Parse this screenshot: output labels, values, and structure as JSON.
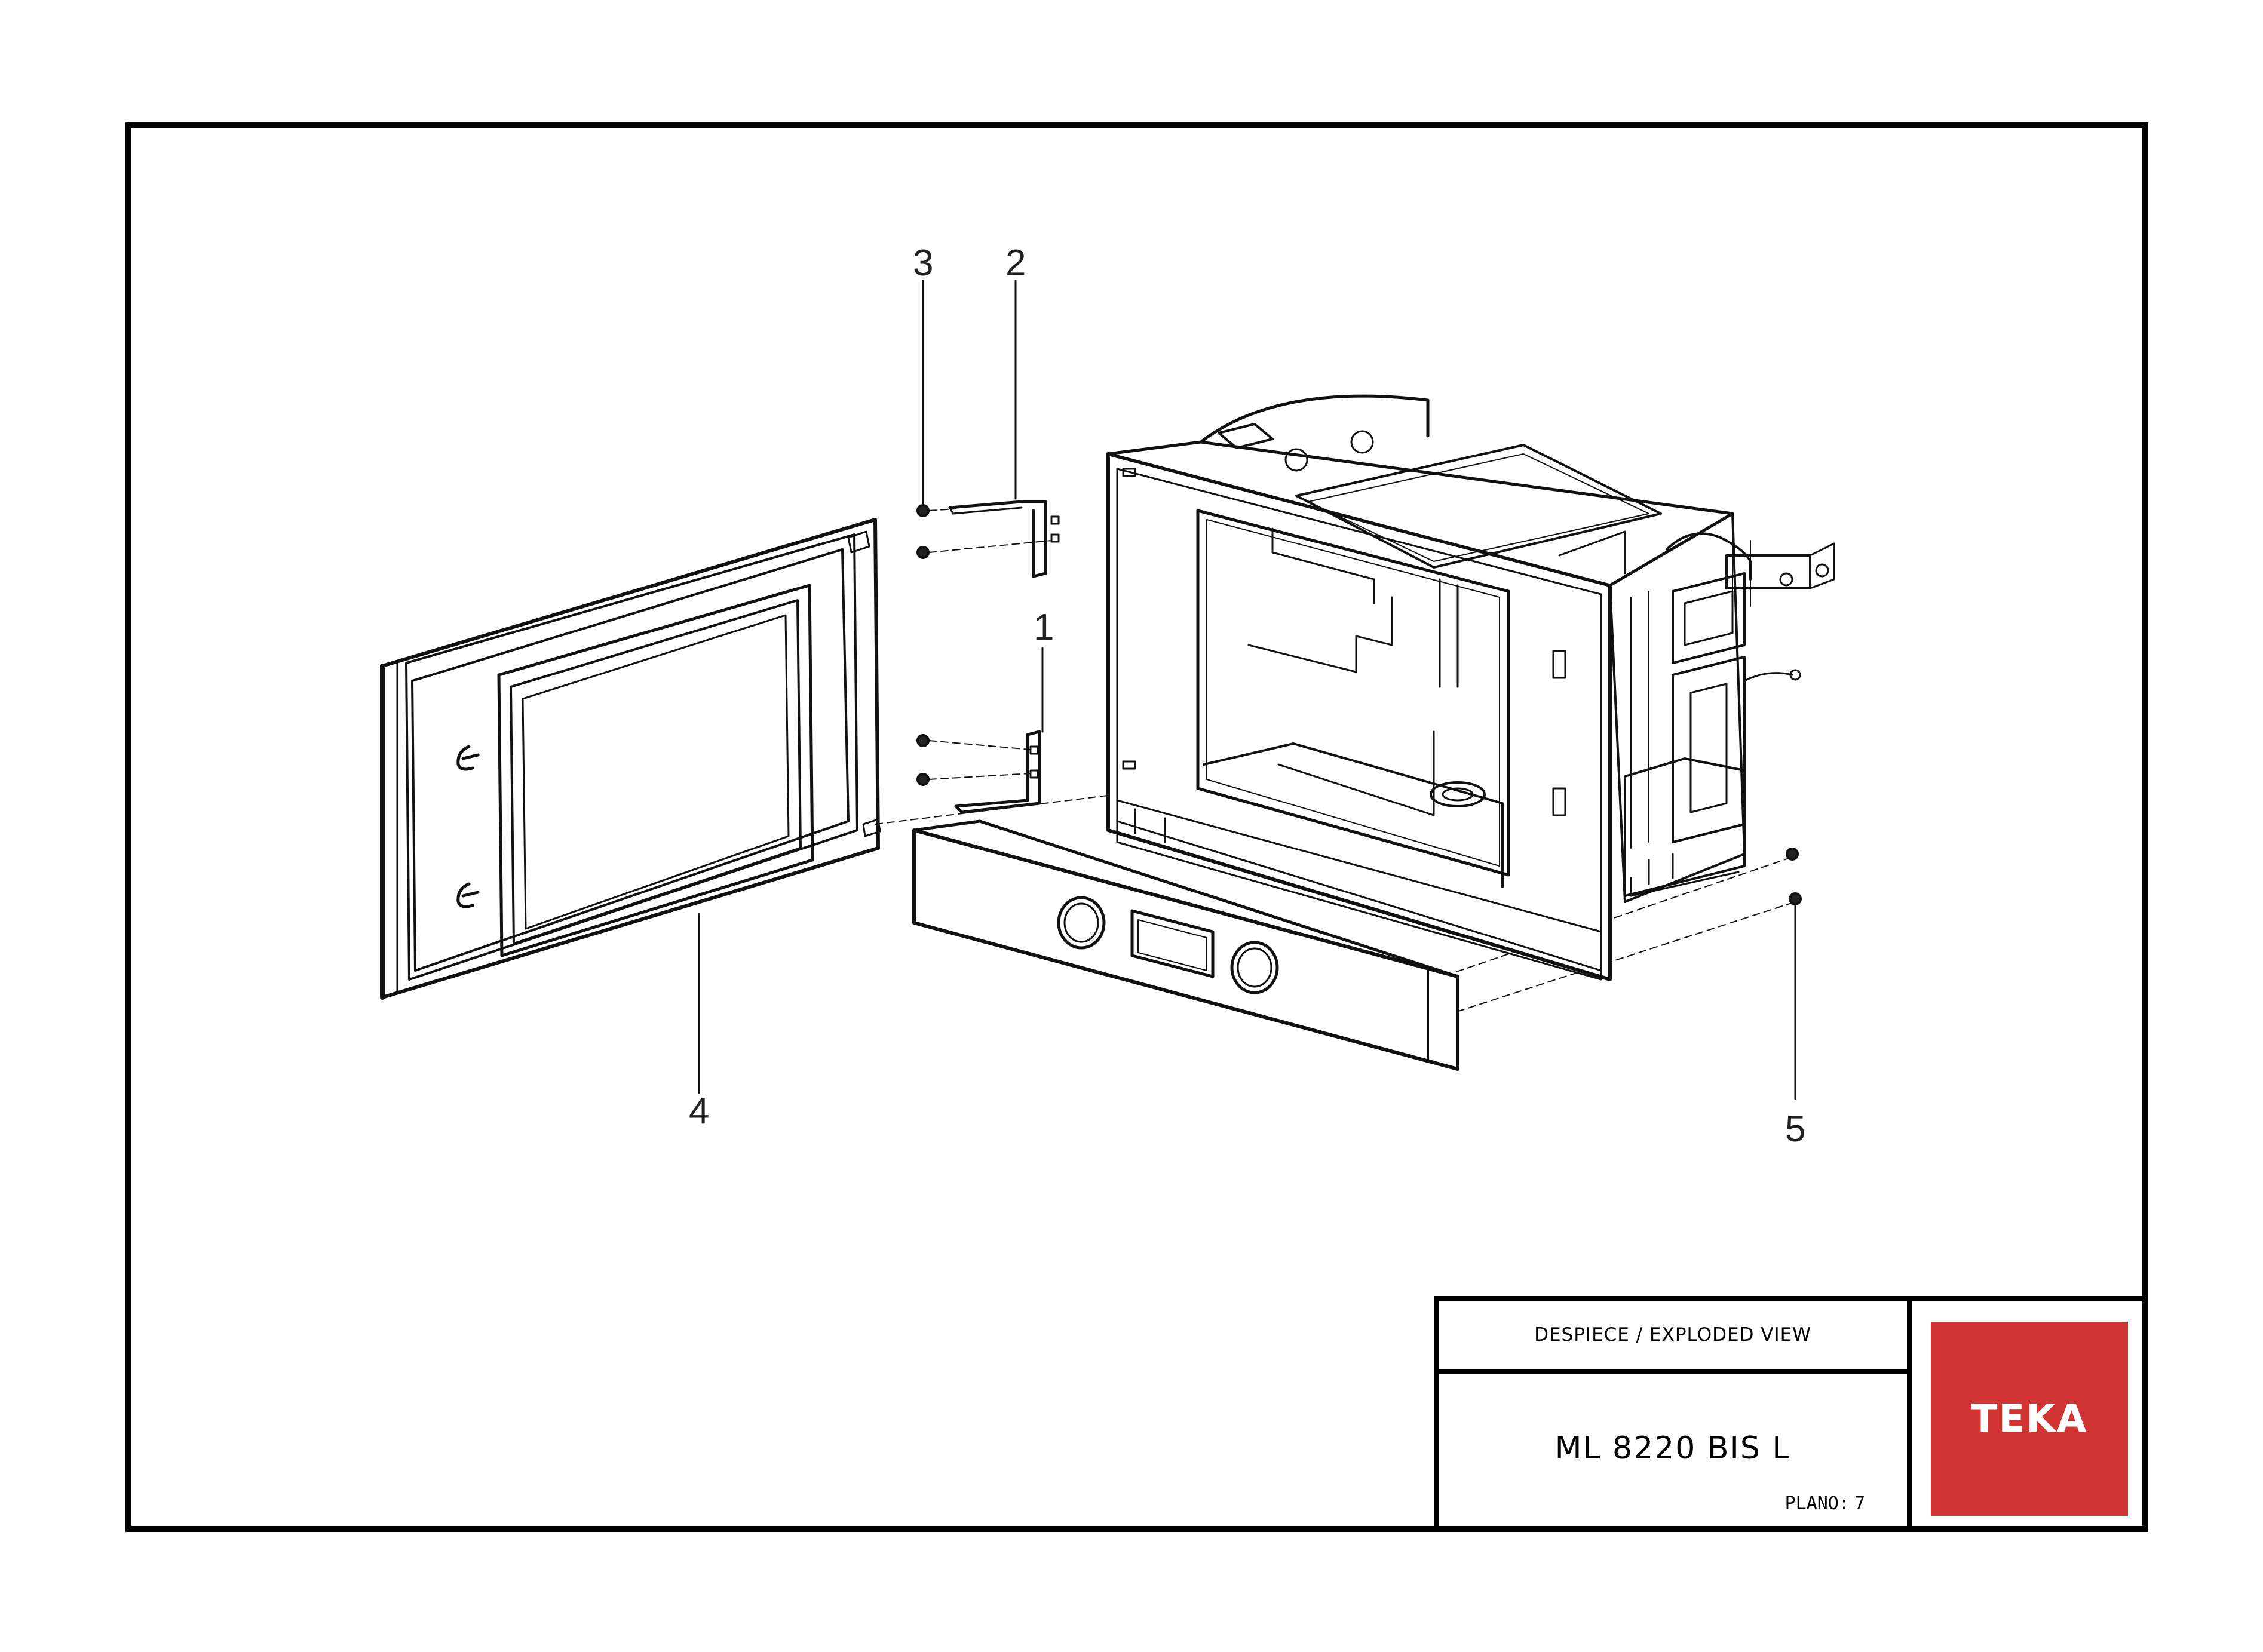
{
  "callouts": {
    "part1": "1",
    "part2": "2",
    "part3": "3",
    "part4": "4",
    "part5": "5"
  },
  "title_block": {
    "drawing_type": "DESPIECE / EXPLODED VIEW",
    "model": "ML 8220 BIS L",
    "sheet_label": "PLANO:",
    "sheet_number": "7"
  },
  "logo": {
    "text": "TEKA",
    "color": "#d03533"
  }
}
